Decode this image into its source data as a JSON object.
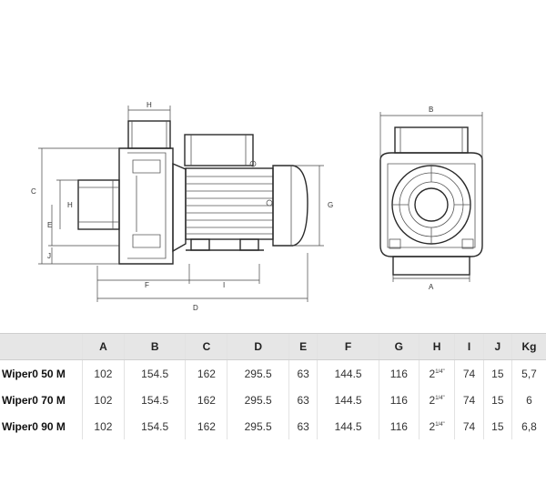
{
  "drawing": {
    "side_labels": {
      "H_top": "H",
      "C": "C",
      "H_left": "H",
      "E": "E",
      "J": "J",
      "F": "F",
      "I": "I",
      "D": "D",
      "G": "G"
    },
    "front_labels": {
      "B": "B",
      "A": "A"
    }
  },
  "table": {
    "headers": [
      "",
      "A",
      "B",
      "C",
      "D",
      "E",
      "F",
      "G",
      "H",
      "I",
      "J",
      "Kg"
    ],
    "rows": [
      {
        "model": "Wiper0 50 M",
        "A": "102",
        "B": "154.5",
        "C": "162",
        "D": "295.5",
        "E": "63",
        "F": "144.5",
        "G": "116",
        "H_whole": "2",
        "H_frac": "1/4\"",
        "I": "74",
        "J": "15",
        "Kg": "5,7"
      },
      {
        "model": "Wiper0 70 M",
        "A": "102",
        "B": "154.5",
        "C": "162",
        "D": "295.5",
        "E": "63",
        "F": "144.5",
        "G": "116",
        "H_whole": "2",
        "H_frac": "1/4\"",
        "I": "74",
        "J": "15",
        "Kg": "6"
      },
      {
        "model": "Wiper0 90 M",
        "A": "102",
        "B": "154.5",
        "C": "162",
        "D": "295.5",
        "E": "63",
        "F": "144.5",
        "G": "116",
        "H_whole": "2",
        "H_frac": "1/4\"",
        "I": "74",
        "J": "15",
        "Kg": "6,8"
      }
    ]
  }
}
